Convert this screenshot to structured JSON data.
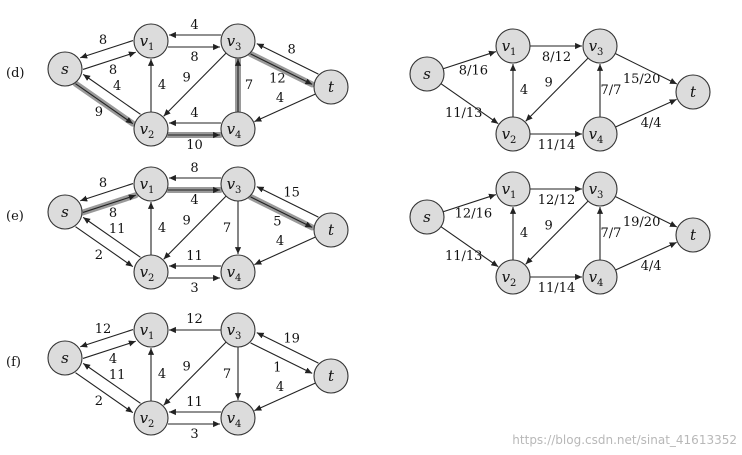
{
  "node_labels": {
    "s": {
      "main": "s",
      "sub": ""
    },
    "v1": {
      "main": "v",
      "sub": "1"
    },
    "v2": {
      "main": "v",
      "sub": "2"
    },
    "v3": {
      "main": "v",
      "sub": "3"
    },
    "v4": {
      "main": "v",
      "sub": "4"
    },
    "t": {
      "main": "t",
      "sub": ""
    }
  },
  "rows": [
    {
      "panel": "(d)",
      "residual_edges": [
        {
          "from": "s",
          "to": "v1",
          "label": "8"
        },
        {
          "from": "v1",
          "to": "s",
          "label": "8"
        },
        {
          "from": "s",
          "to": "v2",
          "label": "9",
          "highlight": true
        },
        {
          "from": "v2",
          "to": "s",
          "label": "4"
        },
        {
          "from": "v2",
          "to": "v1",
          "label": "4"
        },
        {
          "from": "v3",
          "to": "v1",
          "label": "4"
        },
        {
          "from": "v1",
          "to": "v3",
          "label": "8"
        },
        {
          "from": "v3",
          "to": "v2",
          "label": "9"
        },
        {
          "from": "v2",
          "to": "v4",
          "label": "10",
          "highlight": true
        },
        {
          "from": "v4",
          "to": "v2",
          "label": "4"
        },
        {
          "from": "v4",
          "to": "v3",
          "label": "7",
          "highlight": true
        },
        {
          "from": "v3",
          "to": "t",
          "label": "12",
          "highlight": true
        },
        {
          "from": "t",
          "to": "v3",
          "label": "8"
        },
        {
          "from": "t",
          "to": "v4",
          "label": "4"
        }
      ],
      "flow_edges": [
        {
          "from": "s",
          "to": "v1",
          "label": "8/16"
        },
        {
          "from": "s",
          "to": "v2",
          "label": "11/13"
        },
        {
          "from": "v2",
          "to": "v1",
          "label": "4"
        },
        {
          "from": "v1",
          "to": "v3",
          "label": "8/12"
        },
        {
          "from": "v3",
          "to": "v2",
          "label": "9"
        },
        {
          "from": "v2",
          "to": "v4",
          "label": "11/14"
        },
        {
          "from": "v4",
          "to": "v3",
          "label": "7/7"
        },
        {
          "from": "v3",
          "to": "t",
          "label": "15/20"
        },
        {
          "from": "v4",
          "to": "t",
          "label": "4/4"
        }
      ]
    },
    {
      "panel": "(e)",
      "residual_edges": [
        {
          "from": "s",
          "to": "v1",
          "label": "8",
          "highlight": true
        },
        {
          "from": "v1",
          "to": "s",
          "label": "8"
        },
        {
          "from": "s",
          "to": "v2",
          "label": "2"
        },
        {
          "from": "v2",
          "to": "s",
          "label": "11"
        },
        {
          "from": "v2",
          "to": "v1",
          "label": "4"
        },
        {
          "from": "v1",
          "to": "v3",
          "label": "4",
          "highlight": true
        },
        {
          "from": "v3",
          "to": "v1",
          "label": "8"
        },
        {
          "from": "v3",
          "to": "v2",
          "label": "9"
        },
        {
          "from": "v3",
          "to": "v4",
          "label": "7"
        },
        {
          "from": "v2",
          "to": "v4",
          "label": "3"
        },
        {
          "from": "v4",
          "to": "v2",
          "label": "11"
        },
        {
          "from": "v3",
          "to": "t",
          "label": "5",
          "highlight": true
        },
        {
          "from": "t",
          "to": "v3",
          "label": "15"
        },
        {
          "from": "t",
          "to": "v4",
          "label": "4"
        }
      ],
      "flow_edges": [
        {
          "from": "s",
          "to": "v1",
          "label": "12/16"
        },
        {
          "from": "s",
          "to": "v2",
          "label": "11/13"
        },
        {
          "from": "v2",
          "to": "v1",
          "label": "4"
        },
        {
          "from": "v1",
          "to": "v3",
          "label": "12/12"
        },
        {
          "from": "v3",
          "to": "v2",
          "label": "9"
        },
        {
          "from": "v2",
          "to": "v4",
          "label": "11/14"
        },
        {
          "from": "v4",
          "to": "v3",
          "label": "7/7"
        },
        {
          "from": "v3",
          "to": "t",
          "label": "19/20"
        },
        {
          "from": "v4",
          "to": "t",
          "label": "4/4"
        }
      ]
    },
    {
      "panel": "(f)",
      "residual_edges": [
        {
          "from": "s",
          "to": "v1",
          "label": "4"
        },
        {
          "from": "v1",
          "to": "s",
          "label": "12"
        },
        {
          "from": "s",
          "to": "v2",
          "label": "2"
        },
        {
          "from": "v2",
          "to": "s",
          "label": "11"
        },
        {
          "from": "v2",
          "to": "v1",
          "label": "4"
        },
        {
          "from": "v3",
          "to": "v1",
          "label": "12"
        },
        {
          "from": "v3",
          "to": "v2",
          "label": "9"
        },
        {
          "from": "v3",
          "to": "v4",
          "label": "7"
        },
        {
          "from": "v2",
          "to": "v4",
          "label": "3"
        },
        {
          "from": "v4",
          "to": "v2",
          "label": "11"
        },
        {
          "from": "v3",
          "to": "t",
          "label": "1"
        },
        {
          "from": "t",
          "to": "v3",
          "label": "19"
        },
        {
          "from": "t",
          "to": "v4",
          "label": "4"
        }
      ],
      "flow_edges": []
    }
  ],
  "watermark": "https://blog.csdn.net/sinat_41613352"
}
